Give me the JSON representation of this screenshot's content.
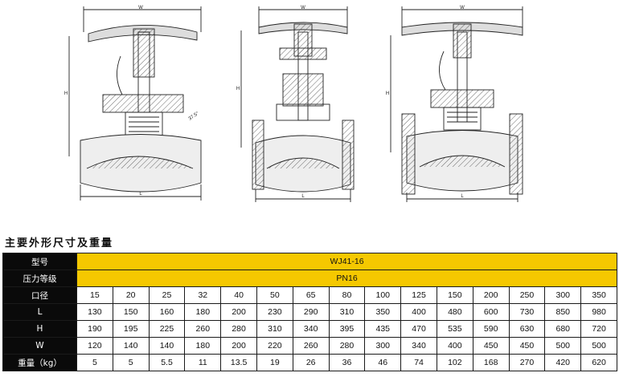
{
  "drawings": [
    {
      "name": "valve-drawing-socket-end",
      "w_label": "W",
      "l_label": "L",
      "h_label": "H",
      "angle_label": "37.5°"
    },
    {
      "name": "valve-drawing-flanged-pn16",
      "w_label": "W",
      "l_label": "L",
      "h_label": "H"
    },
    {
      "name": "valve-drawing-flanged-raised",
      "w_label": "W",
      "l_label": "L",
      "h_label": "H"
    }
  ],
  "section_title": "主要外形尺寸及重量",
  "table": {
    "model_label": "型号",
    "model_value": "WJ41-16",
    "pressure_label": "压力等级",
    "pressure_value": "PN16",
    "rows": [
      {
        "label": "口径",
        "values": [
          "15",
          "20",
          "25",
          "32",
          "40",
          "50",
          "65",
          "80",
          "100",
          "125",
          "150",
          "200",
          "250",
          "300",
          "350"
        ]
      },
      {
        "label": "L",
        "values": [
          "130",
          "150",
          "160",
          "180",
          "200",
          "230",
          "290",
          "310",
          "350",
          "400",
          "480",
          "600",
          "730",
          "850",
          "980"
        ]
      },
      {
        "label": "H",
        "values": [
          "190",
          "195",
          "225",
          "260",
          "280",
          "310",
          "340",
          "395",
          "435",
          "470",
          "535",
          "590",
          "630",
          "680",
          "720"
        ]
      },
      {
        "label": "W",
        "values": [
          "120",
          "140",
          "140",
          "180",
          "200",
          "220",
          "260",
          "280",
          "300",
          "340",
          "400",
          "450",
          "450",
          "500",
          "500"
        ]
      },
      {
        "label": "重量（kg）",
        "values": [
          "5",
          "5",
          "5.5",
          "11",
          "13.5",
          "19",
          "26",
          "36",
          "46",
          "74",
          "102",
          "168",
          "270",
          "420",
          "620"
        ]
      }
    ]
  },
  "colors": {
    "header_bg": "#0a0a0a",
    "accent_yellow": "#f5c800",
    "line": "#1a1a1a"
  }
}
